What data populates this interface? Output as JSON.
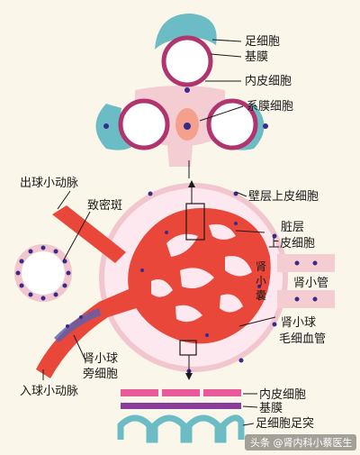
{
  "labels": {
    "podocyte": "足细胞",
    "basement_membrane": "基膜",
    "endothelial_cell": "内皮细胞",
    "mesangial_cell": "系膜细胞",
    "efferent_arteriole": "出球小动脉",
    "macula_densa": "致密斑",
    "parietal_epithelium": "壁层上皮细胞",
    "visceral_line1": "脏层",
    "visceral_line2": "上皮细胞",
    "renal_tubule": "肾小管",
    "capsule_line1": "肾",
    "capsule_line2": "小",
    "capsule_line3": "囊",
    "glom_cap_line1": "肾小球",
    "glom_cap_line2": "毛细血管",
    "juxta_line1": "肾小球",
    "juxta_line2": "旁细胞",
    "afferent_arteriole": "入球小动脉",
    "bottom_endothelial": "内皮细胞",
    "bottom_basement": "基膜",
    "bottom_foot": "足细胞足突"
  },
  "watermark": "头条 @肾内科小蔡医生",
  "colors": {
    "background": "#fbf6ea",
    "vessel": "#e8473a",
    "teal": "#6bbcc4",
    "pink": "#f2c6cf",
    "membrane": "#b0346e",
    "dot": "#3a2a8a"
  }
}
